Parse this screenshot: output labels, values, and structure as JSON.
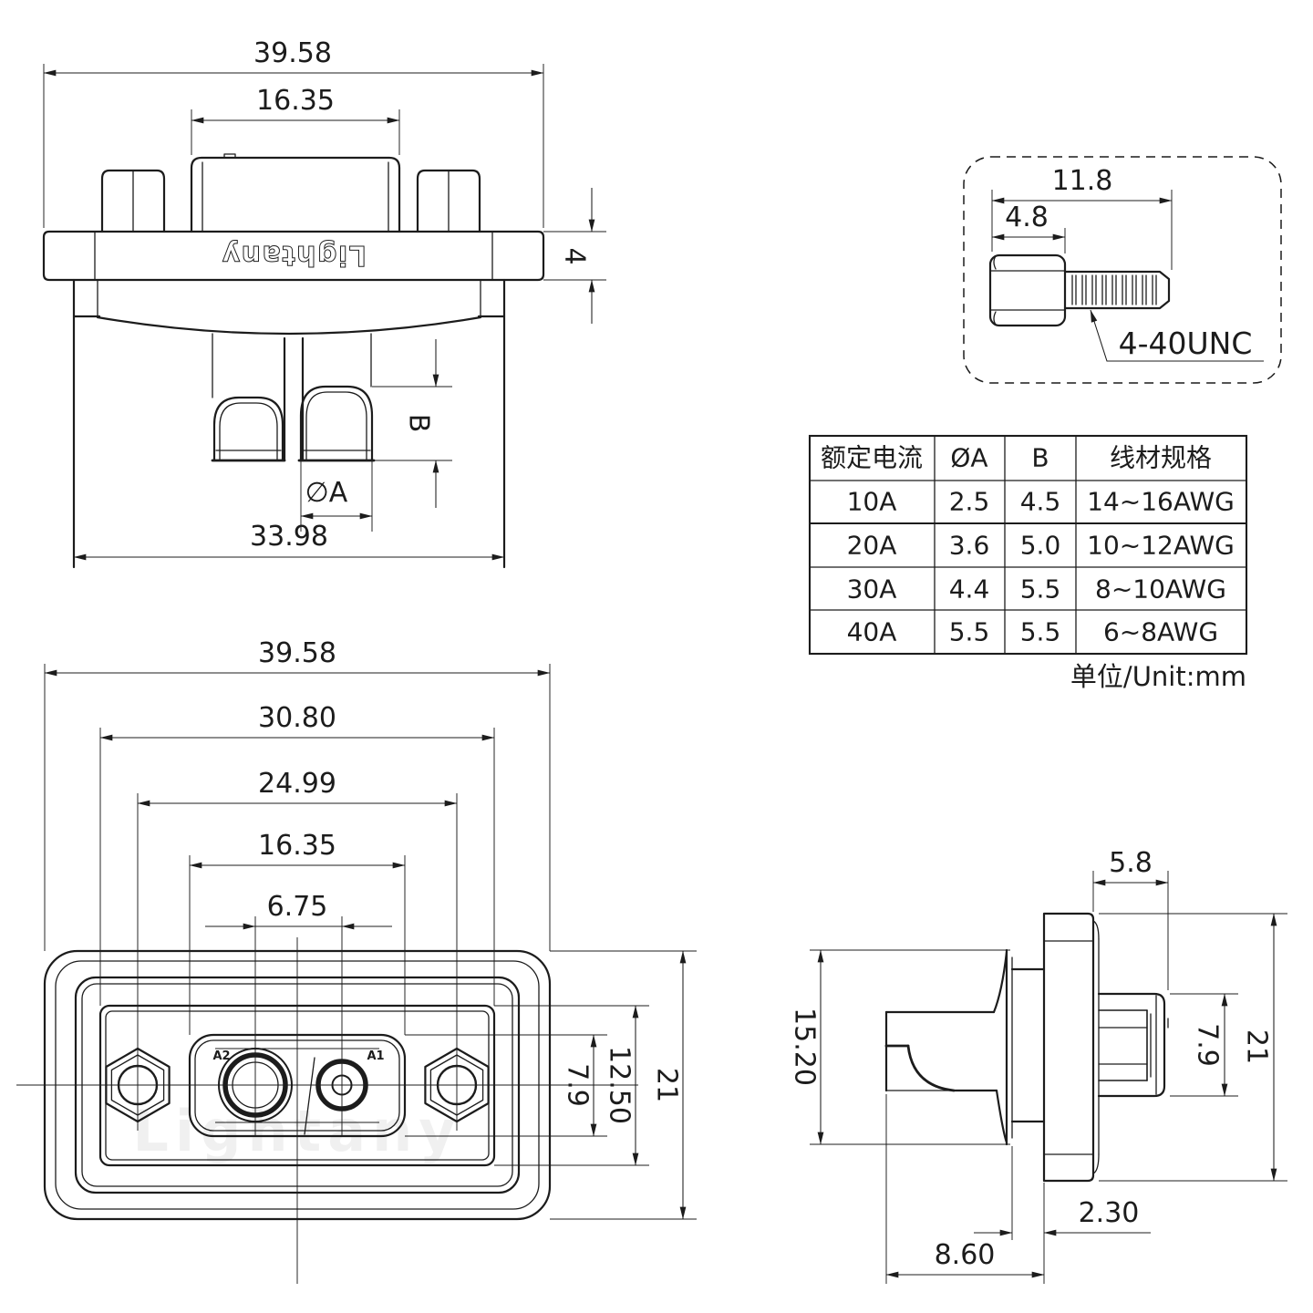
{
  "brand": {
    "logo": "Lightany",
    "watermark": "Lightany"
  },
  "unit_note": "单位/Unit:mm",
  "rear_view": {
    "flange_width": "39.58",
    "shell_width": "16.35",
    "flange_thickness": "4",
    "cup_height": "B",
    "cup_diameter": "∅A",
    "body_width": "33.98"
  },
  "screw_detail": {
    "total_length": "11.8",
    "head_length": "4.8",
    "thread_spec": "4-40UNC"
  },
  "spec_table": {
    "headers": [
      "额定电流",
      "ØA",
      "B",
      "线材规格"
    ],
    "rows": [
      [
        "10A",
        "2.5",
        "4.5",
        "14~16AWG"
      ],
      [
        "20A",
        "3.6",
        "5.0",
        "10~12AWG"
      ],
      [
        "30A",
        "4.4",
        "5.5",
        "8~10AWG"
      ],
      [
        "40A",
        "5.5",
        "5.5",
        "6~8AWG"
      ]
    ]
  },
  "front_view": {
    "flange_width": "39.58",
    "face_width": "30.80",
    "mount_hole_spacing": "24.99",
    "insert_width": "16.35",
    "contact_spacing": "6.75",
    "insert_height": "7.9",
    "face_height": "12.50",
    "flange_height": "21",
    "label_a1": "A1",
    "label_a2": "A2"
  },
  "side_view": {
    "shell_protrusion": "5.8",
    "boot_height": "15.20",
    "shell_height": "7.9",
    "flange_height": "21",
    "neck_length": "2.30",
    "boot_length": "8.60"
  }
}
